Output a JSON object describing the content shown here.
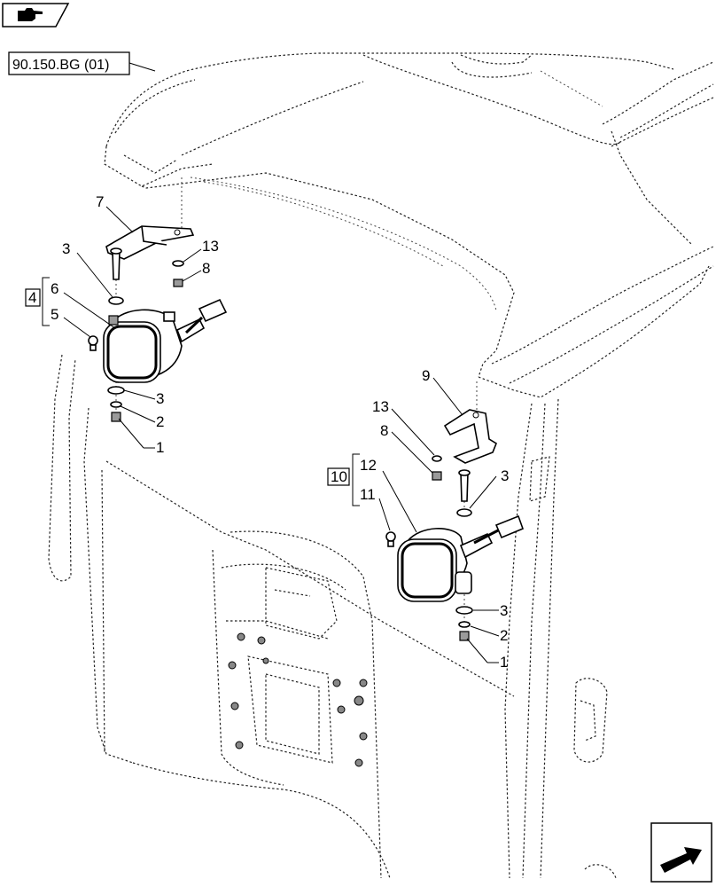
{
  "header": {
    "nav_icon": "hand-pointing-icon",
    "reference": "90.150.BG (01)",
    "next_icon": "arrow-next-icon"
  },
  "left_assembly": {
    "group_label": "4",
    "items": {
      "bracket": "7",
      "stud": "3",
      "washer_top": "13",
      "screw_top": "8",
      "lamp_body": "6",
      "bulb": "5",
      "washer_bottom": "3",
      "lockwasher": "2",
      "nut": "1"
    }
  },
  "right_assembly": {
    "group_label": "10",
    "items": {
      "bracket": "9",
      "washer_top": "13",
      "screw_top": "8",
      "stud": "3",
      "lamp_body": "12",
      "bulb": "11",
      "washer_bottom": "3",
      "lockwasher": "2",
      "nut": "1"
    }
  }
}
